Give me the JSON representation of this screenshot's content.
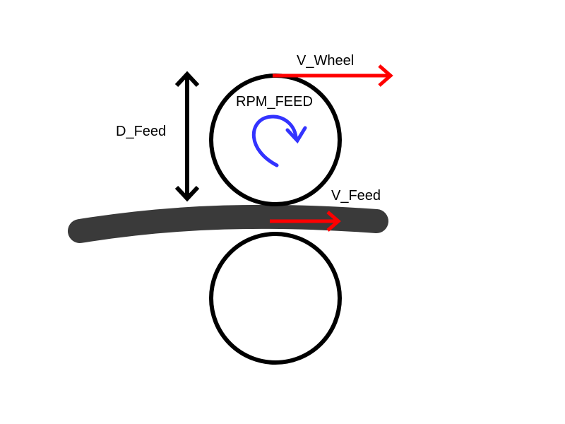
{
  "labels": {
    "wheel_velocity": "V_Wheel",
    "feed_rpm": "RPM_FEED",
    "feed_diameter": "D_Feed",
    "feed_velocity": "V_Feed"
  },
  "colors": {
    "outline": "#000000",
    "filament": "#3a3a3a",
    "velocity_arrow": "#ff0000",
    "rotation_arrow": "#3333ff",
    "background": "#ffffff"
  }
}
